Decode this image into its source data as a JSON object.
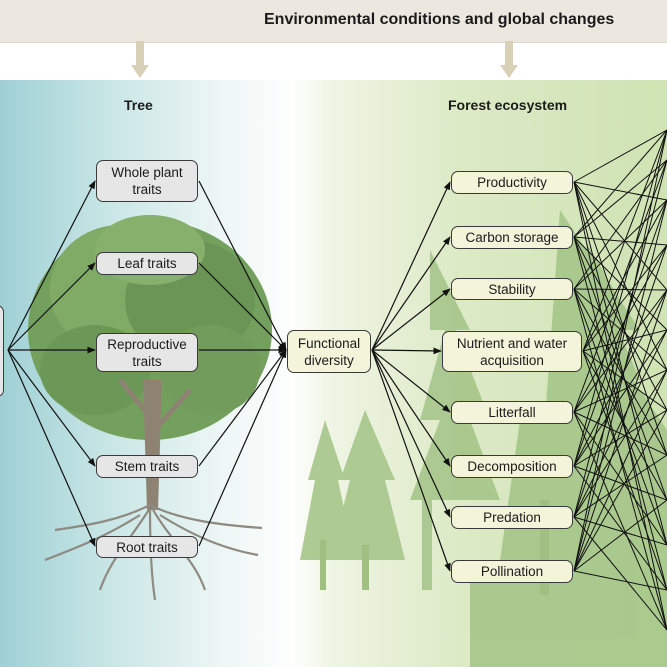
{
  "banner": {
    "title": "Environmental conditions and global changes"
  },
  "left_section": {
    "title": "Tree",
    "traits": [
      {
        "label": "Whole plant\ntraits"
      },
      {
        "label": "Leaf traits"
      },
      {
        "label": "Reproductive\ntraits"
      },
      {
        "label": "Stem traits"
      },
      {
        "label": "Root traits"
      }
    ]
  },
  "center": {
    "label": "Functional\ndiversity"
  },
  "right_section": {
    "title": "Forest ecosystem",
    "functions": [
      {
        "label": "Productivity"
      },
      {
        "label": "Carbon storage"
      },
      {
        "label": "Stability"
      },
      {
        "label": "Nutrient and water\nacquisition"
      },
      {
        "label": "Litterfall"
      },
      {
        "label": "Decomposition"
      },
      {
        "label": "Predation"
      },
      {
        "label": "Pollination"
      }
    ]
  },
  "colors": {
    "trait_box_fill": "#e6e6e6",
    "function_box_fill": "#f3f4da",
    "left_panel": "#a6d3d7",
    "right_panel": "#cfe3b3",
    "tree_canopy": "#6f9a58",
    "forest": "#a2c487"
  }
}
